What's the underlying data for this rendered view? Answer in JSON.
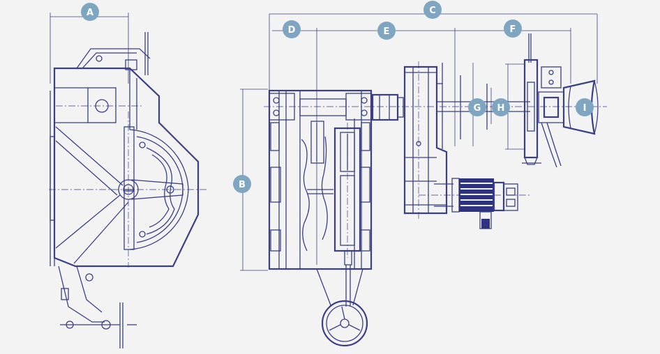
{
  "colors": {
    "background": "#f3f3f3",
    "line": "#3a3f86",
    "badge": "#7fa6c1",
    "badge_text": "#ffffff"
  },
  "dimension_labels": {
    "A": "A",
    "B": "B",
    "C": "C",
    "D": "D",
    "E": "E",
    "F": "F",
    "G": "G",
    "H": "H",
    "I": "I"
  }
}
